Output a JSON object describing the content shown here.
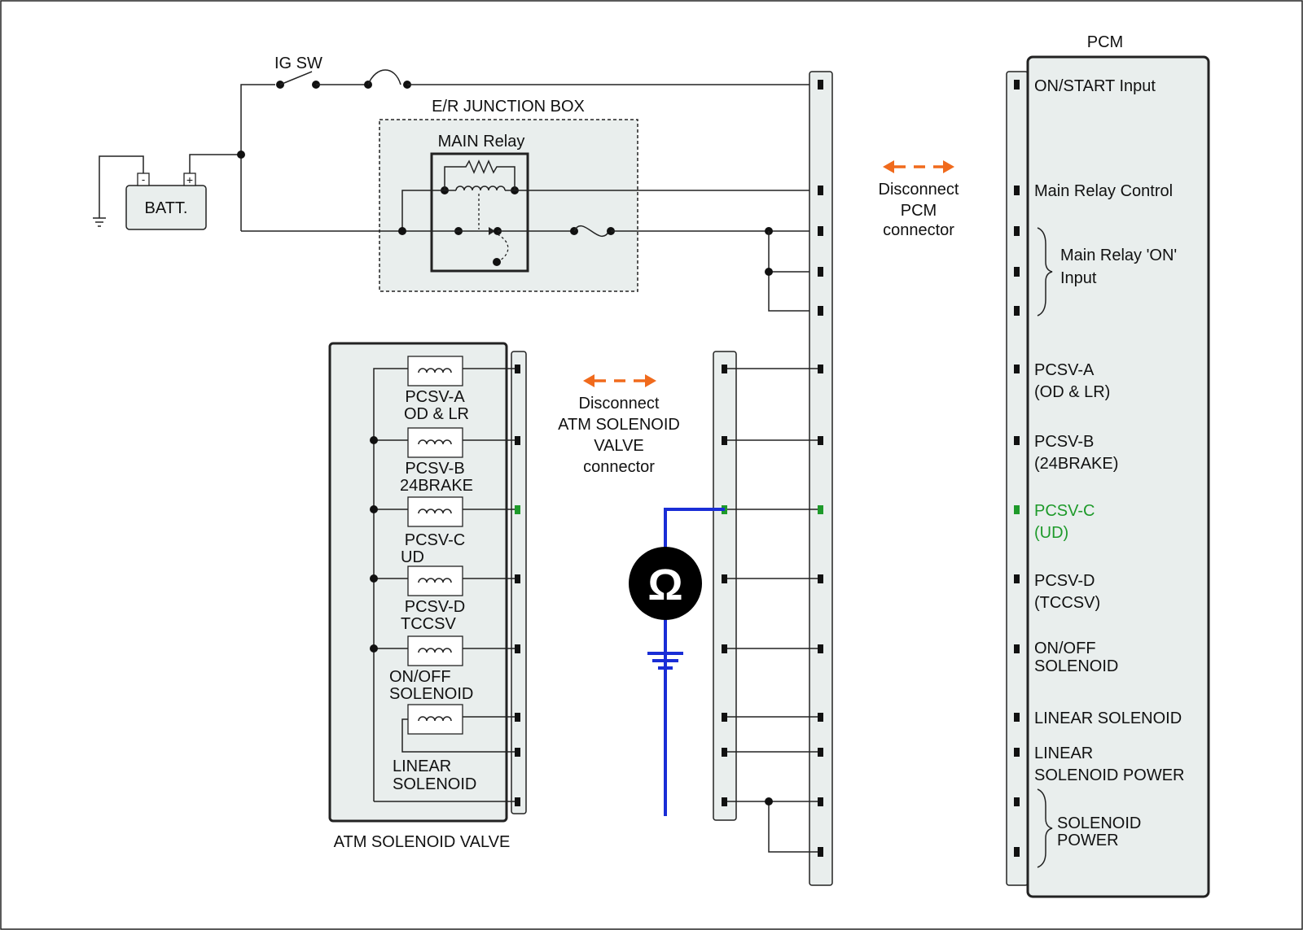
{
  "labels": {
    "ig_sw": "IG SW",
    "er_junction_box": "E/R JUNCTION BOX",
    "main_relay": "MAIN Relay",
    "battery": "BATT.",
    "battery_neg": "-",
    "battery_pos": "+",
    "pcm": "PCM",
    "atm_solenoid_valve": "ATM SOLENOID VALVE",
    "meter_symbol": "Ω"
  },
  "instructions": {
    "pcm_disconnect": [
      "Disconnect",
      "PCM",
      "connector"
    ],
    "atm_disconnect": [
      "Disconnect",
      "ATM SOLENOID",
      "VALVE",
      "connector"
    ]
  },
  "pcm_pins": {
    "on_start": "ON/START Input",
    "main_relay_control": "Main Relay Control",
    "main_relay_on": [
      "Main Relay 'ON'",
      "Input"
    ],
    "pcsv_a": [
      "PCSV-A",
      "(OD & LR)"
    ],
    "pcsv_b": [
      "PCSV-B",
      "(24BRAKE)"
    ],
    "pcsv_c": [
      "PCSV-C",
      "(UD)"
    ],
    "pcsv_d": [
      "PCSV-D",
      "(TCCSV)"
    ],
    "on_off_solenoid": [
      "ON/OFF",
      "SOLENOID"
    ],
    "linear_solenoid": "LINEAR SOLENOID",
    "linear_solenoid_power": [
      "LINEAR",
      "SOLENOID POWER"
    ],
    "solenoid_power": [
      "SOLENOID",
      "POWER"
    ]
  },
  "solenoids": {
    "pcsv_a": [
      "PCSV-A",
      "OD & LR"
    ],
    "pcsv_b": [
      "PCSV-B",
      "24BRAKE"
    ],
    "pcsv_c": [
      "PCSV-C",
      "UD"
    ],
    "pcsv_d": [
      "PCSV-D",
      "TCCSV"
    ],
    "on_off": [
      "ON/OFF",
      "SOLENOID"
    ],
    "linear": [
      "LINEAR",
      "SOLENOID"
    ]
  },
  "colors": {
    "highlight": "#1e9a2a",
    "meter_wire": "#1a2ed6",
    "disconnect_arrow": "#f06a1c"
  }
}
